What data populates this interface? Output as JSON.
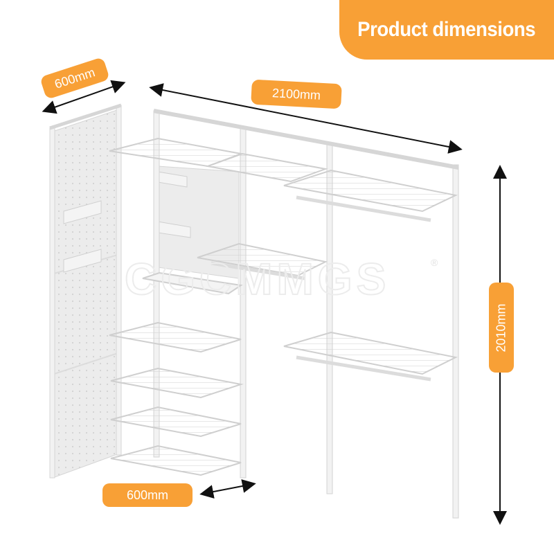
{
  "banner": {
    "title": "Product dimensions"
  },
  "dimensions": {
    "depth_top": "600mm",
    "width": "2100mm",
    "height": "2010mm",
    "depth_bottom": "600mm"
  },
  "watermark": {
    "text": "CGCMMGS",
    "mark": "®"
  },
  "colors": {
    "accent": "#F8A036",
    "frame": "#d8d8d8",
    "panel": "#ececec"
  }
}
